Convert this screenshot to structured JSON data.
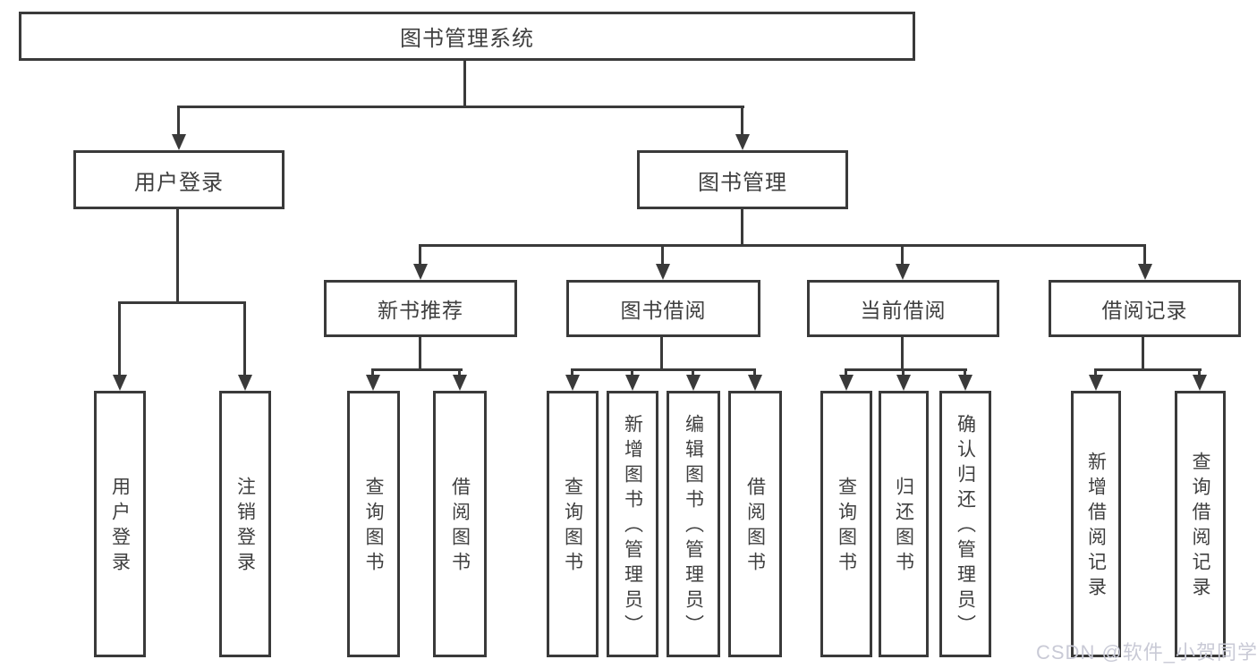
{
  "diagram": {
    "title": "图书管理系统",
    "root": {
      "label": "图书管理系统"
    },
    "branches": [
      {
        "label": "用户登录",
        "children": [
          {
            "label": "用户登录"
          },
          {
            "label": "注销登录"
          }
        ]
      },
      {
        "label": "图书管理",
        "sections": [
          {
            "label": "新书推荐",
            "children": [
              {
                "label": "查询图书"
              },
              {
                "label": "借阅图书"
              }
            ]
          },
          {
            "label": "图书借阅",
            "children": [
              {
                "label": "查询图书"
              },
              {
                "label": "新增图书（管理员）"
              },
              {
                "label": "编辑图书（管理员）"
              },
              {
                "label": "借阅图书"
              }
            ]
          },
          {
            "label": "当前借阅",
            "children": [
              {
                "label": "查询图书"
              },
              {
                "label": "归还图书"
              },
              {
                "label": "确认归还（管理员）"
              }
            ]
          },
          {
            "label": "借阅记录",
            "children": [
              {
                "label": "新增借阅记录"
              },
              {
                "label": "查询借阅记录"
              }
            ]
          }
        ]
      }
    ]
  },
  "watermark": {
    "text": "CSDN @软件_小贺同学"
  },
  "colors": {
    "line": "#3a3a3a",
    "text": "#3f3f3f",
    "watermark": "#c9cad6",
    "background": "#ffffff"
  }
}
